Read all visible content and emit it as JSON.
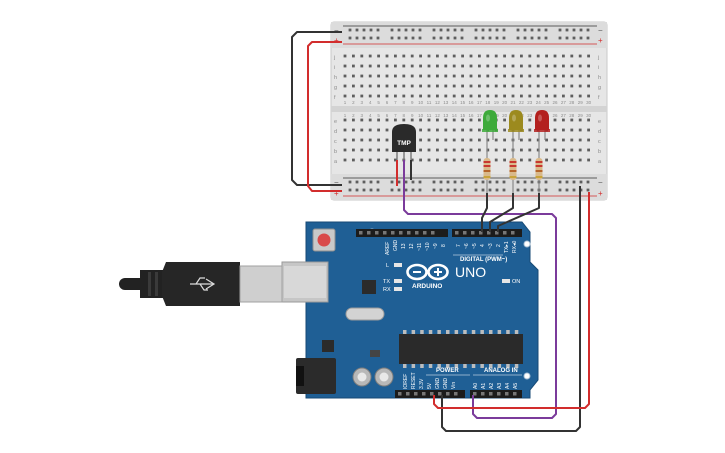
{
  "breadboard": {
    "rows_top": [
      "j",
      "i",
      "h",
      "g",
      "f"
    ],
    "rows_bottom": [
      "e",
      "d",
      "c",
      "b",
      "a"
    ],
    "column_count": 30,
    "rail_plus": "+",
    "rail_minus": "−"
  },
  "sensor": {
    "label": "TMP"
  },
  "leds": [
    {
      "color_name": "green",
      "color": "#3daa3a"
    },
    {
      "color_name": "yellow",
      "color": "#9c8a1e"
    },
    {
      "color_name": "red",
      "color": "#b3201e"
    }
  ],
  "arduino": {
    "logo_text": "ARDUINO",
    "model": "UNO",
    "digital_header": "DIGITAL (PWM~)",
    "digital_pins": [
      "AREF",
      "GND",
      "13",
      "12",
      "~11",
      "~10",
      "~9",
      "8",
      "7",
      "~6",
      "~5",
      "4",
      "~3",
      "2",
      "TX▸1",
      "RX◂0"
    ],
    "led_labels": {
      "l": "L",
      "tx": "TX",
      "rx": "RX",
      "on": "ON"
    },
    "power_header": "POWER",
    "power_pins": [
      "IOREF",
      "RESET",
      "3.3V",
      "5V",
      "GND",
      "GND",
      "Vin"
    ],
    "analog_header": "ANALOG IN",
    "analog_pins": [
      "A0",
      "A1",
      "A2",
      "A3",
      "A4",
      "A5"
    ]
  },
  "colors": {
    "board": "#1f5f95",
    "breadboard": "#e4e4e4",
    "wire_red": "#d22d2d",
    "wire_black": "#333333",
    "wire_purple": "#7b3b9b"
  }
}
